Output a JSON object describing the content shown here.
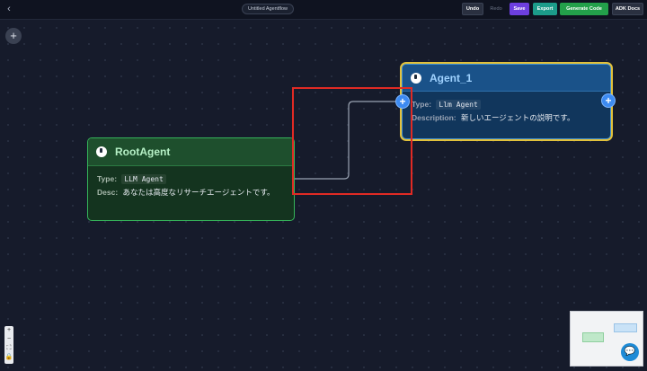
{
  "topbar": {
    "back_icon": "chevron-left-icon",
    "flow_title": "Untitled Agentflow",
    "undo_label": "Undo",
    "redo_label": "Redo",
    "save_label": "Save",
    "export_label": "Export",
    "generate_label": "Generate Code",
    "docs_label": "ADK Docs"
  },
  "canvas": {
    "add_icon": "plus-icon"
  },
  "nodes": {
    "root": {
      "title": "RootAgent",
      "type_label": "Type:",
      "type_value": "LLM Agent",
      "desc_label": "Desc:",
      "desc_value": "あなたは高度なリサーチエージェントです。"
    },
    "agent1": {
      "title": "Agent_1",
      "type_label": "Type:",
      "type_value": "Llm Agent",
      "desc_label": "Description:",
      "desc_value": "新しいエージェントの説明です。"
    }
  },
  "zoom_controls": [
    "+",
    "−",
    "⛶",
    "🔒"
  ],
  "colors": {
    "root_accent": "#35b45a",
    "agent_accent": "#3f8fd1",
    "selection": "#e2c13b",
    "highlight": "#e02a24"
  }
}
